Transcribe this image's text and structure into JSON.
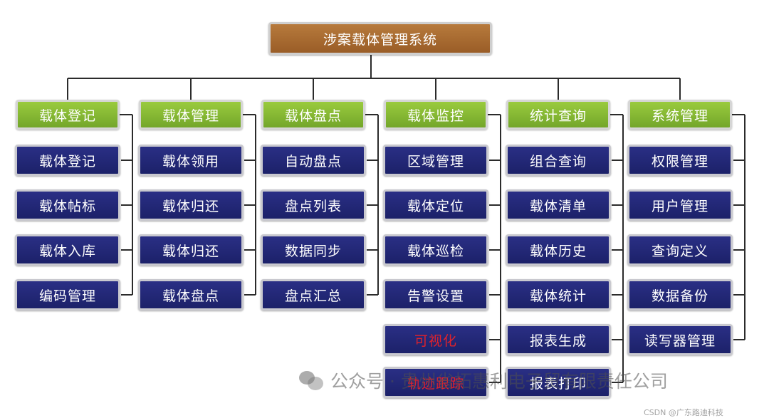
{
  "title": "涉案载体管理系统",
  "categories": [
    {
      "label": "载体登记",
      "items": [
        {
          "label": "载体登记"
        },
        {
          "label": "载体帖标"
        },
        {
          "label": "载体入库"
        },
        {
          "label": "编码管理"
        }
      ]
    },
    {
      "label": "载体管理",
      "items": [
        {
          "label": "载体领用"
        },
        {
          "label": "载体归还"
        },
        {
          "label": "载体归还"
        },
        {
          "label": "载体盘点"
        }
      ]
    },
    {
      "label": "载体盘点",
      "items": [
        {
          "label": "自动盘点"
        },
        {
          "label": "盘点列表"
        },
        {
          "label": "数据同步"
        },
        {
          "label": "盘点汇总"
        }
      ]
    },
    {
      "label": "载体监控",
      "items": [
        {
          "label": "区域管理"
        },
        {
          "label": "载体定位"
        },
        {
          "label": "载体巡检"
        },
        {
          "label": "告警设置"
        },
        {
          "label": "可视化",
          "color": "#e0222b"
        },
        {
          "label": "轨迹跟踪",
          "color": "#e0222b"
        }
      ]
    },
    {
      "label": "统计查询",
      "items": [
        {
          "label": "组合查询"
        },
        {
          "label": "载体清单"
        },
        {
          "label": "载体历史"
        },
        {
          "label": "载体统计"
        },
        {
          "label": "报表生成"
        },
        {
          "label": "报表打印"
        }
      ]
    },
    {
      "label": "系统管理",
      "items": [
        {
          "label": "权限管理"
        },
        {
          "label": "用户管理"
        },
        {
          "label": "查询定义"
        },
        {
          "label": "数据备份"
        },
        {
          "label": "读写器管理"
        }
      ]
    }
  ],
  "watermark": "公众号 · 贵州省拓惠利电子贸有限责任公司",
  "footnote": "CSDN @广东路迪科技"
}
